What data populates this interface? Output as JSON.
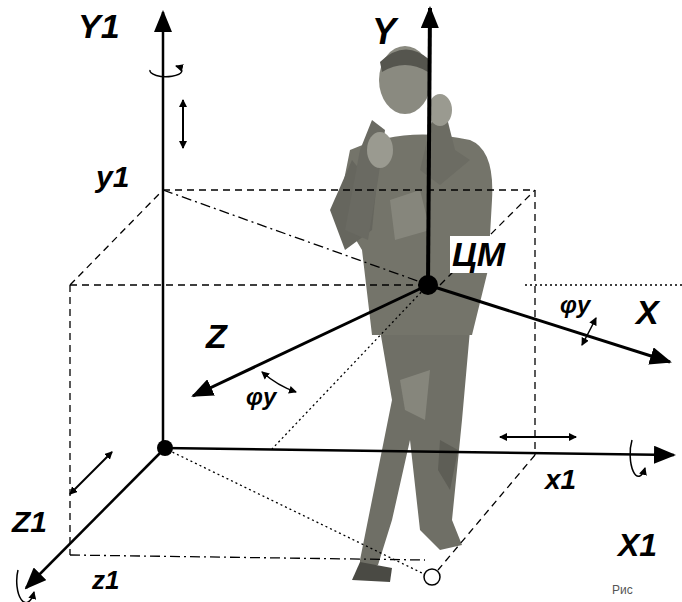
{
  "diagram": {
    "labels": [
      "Y1",
      "Y",
      "y1",
      "ЦМ",
      "φy",
      "X",
      "Z",
      "φy",
      "x1",
      "X1",
      "Z1",
      "z1",
      "Рис"
    ]
  }
}
